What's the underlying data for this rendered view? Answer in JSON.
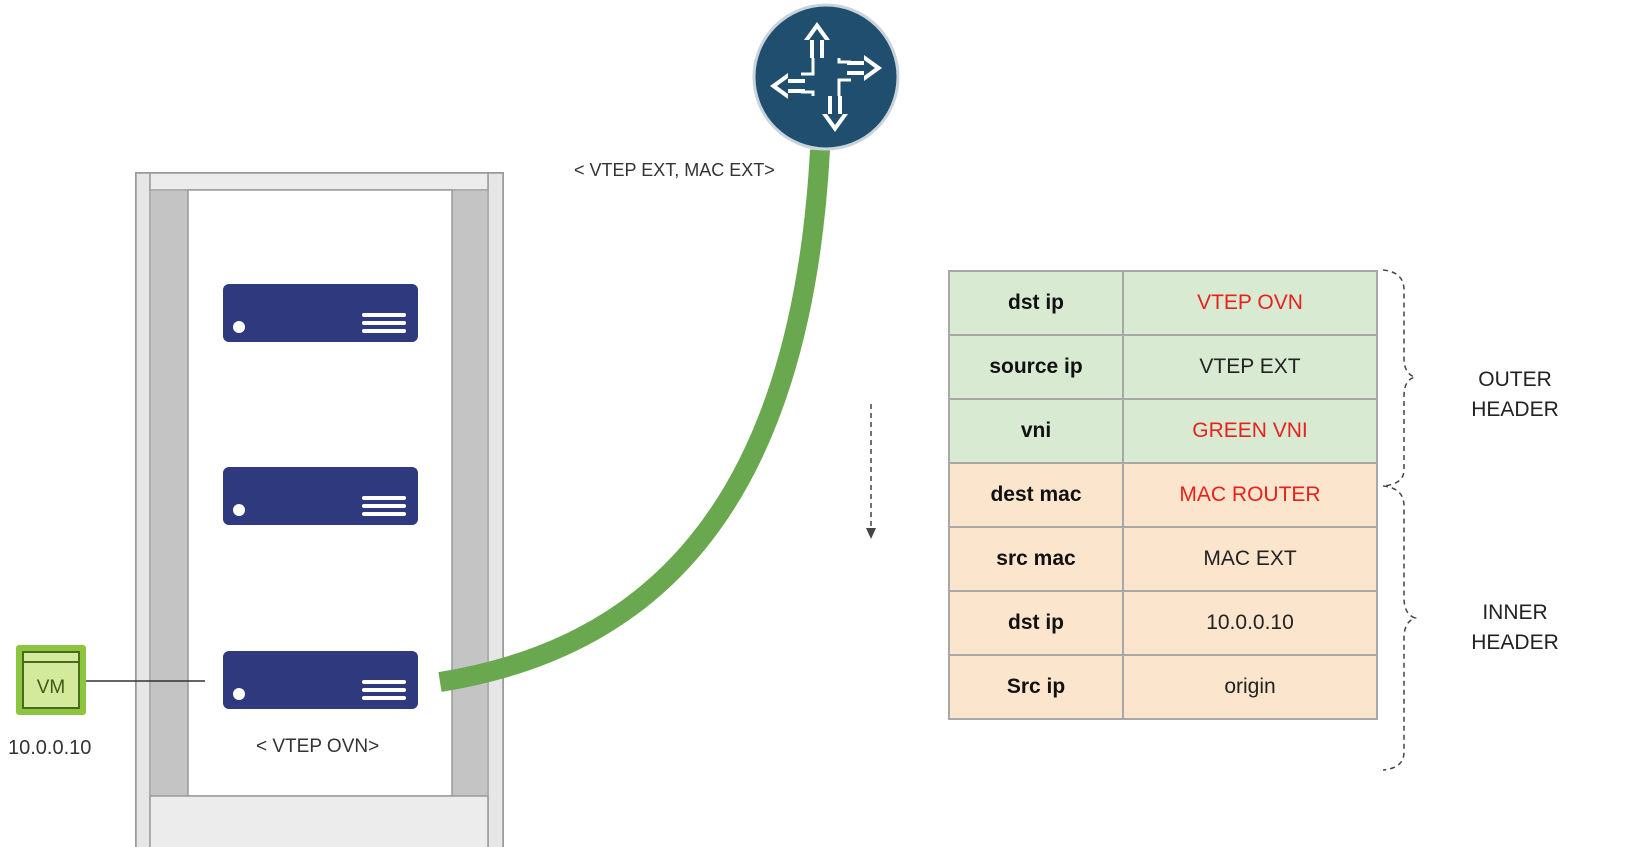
{
  "labels": {
    "router_label": "< VTEP EXT, MAC EXT>",
    "server_label": "< VTEP OVN>",
    "vm_ip": "10.0.0.10",
    "vm_icon_text": "VM"
  },
  "header_table": {
    "rows": [
      {
        "key": "dst ip",
        "value": "VTEP OVN",
        "section": "outer",
        "highlight": true
      },
      {
        "key": "source ip",
        "value": "VTEP EXT",
        "section": "outer",
        "highlight": false
      },
      {
        "key": "vni",
        "value": "GREEN VNI",
        "section": "outer",
        "highlight": true
      },
      {
        "key": "dest mac",
        "value": "MAC ROUTER",
        "section": "inner",
        "highlight": true
      },
      {
        "key": "src mac",
        "value": "MAC EXT",
        "section": "inner",
        "highlight": false
      },
      {
        "key": "dst ip",
        "value": "10.0.0.10",
        "section": "inner",
        "highlight": false
      },
      {
        "key": "Src ip",
        "value": "origin",
        "section": "inner",
        "highlight": false
      }
    ]
  },
  "braces": {
    "outer_line1": "OUTER",
    "outer_line2": "HEADER",
    "inner_line1": "INNER",
    "inner_line2": "HEADER"
  },
  "colors": {
    "outer_bg": "#d9ead3",
    "inner_bg": "#fce5cd",
    "highlight_text": "#e8211c",
    "tunnel_green": "#6aa84f",
    "router_blue": "#1f4e6e",
    "server_navy": "#2e3a7d",
    "vm_green": "#8cc63f"
  },
  "icons": {
    "router": "router-icon",
    "server": "server-icon",
    "vm": "vm-icon"
  }
}
